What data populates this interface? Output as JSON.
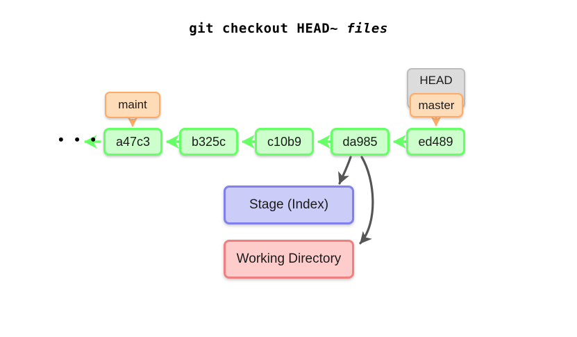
{
  "title": {
    "command": "git checkout HEAD~ ",
    "argument": "files",
    "full": "git checkout HEAD~ files"
  },
  "colors": {
    "background": "#ffffff",
    "commit_fill": "#ccffcc",
    "commit_border": "#66ff66",
    "branch_fill": "#ffdcb8",
    "branch_border": "#ffaa66",
    "head_fill": "#dcdcdc",
    "head_border": "#bdbdbd",
    "stage_fill": "#ccccf9",
    "stage_border": "#8080ee",
    "workdir_fill": "#ffcccc",
    "workdir_border": "#f08080",
    "commit_arrow": "#66ff66",
    "branch_arrow": "#ffaa66",
    "transfer_arrow": "#555555",
    "text": "#1a1a1a"
  },
  "history": {
    "ellipsis": "• • •",
    "commits": [
      {
        "id": "a47c3"
      },
      {
        "id": "b325c"
      },
      {
        "id": "c10b9"
      },
      {
        "id": "da985"
      },
      {
        "id": "ed489"
      }
    ]
  },
  "refs": {
    "maint": "maint",
    "head": "HEAD",
    "master": "master"
  },
  "areas": {
    "stage": "Stage (Index)",
    "working_directory": "Working Directory"
  }
}
